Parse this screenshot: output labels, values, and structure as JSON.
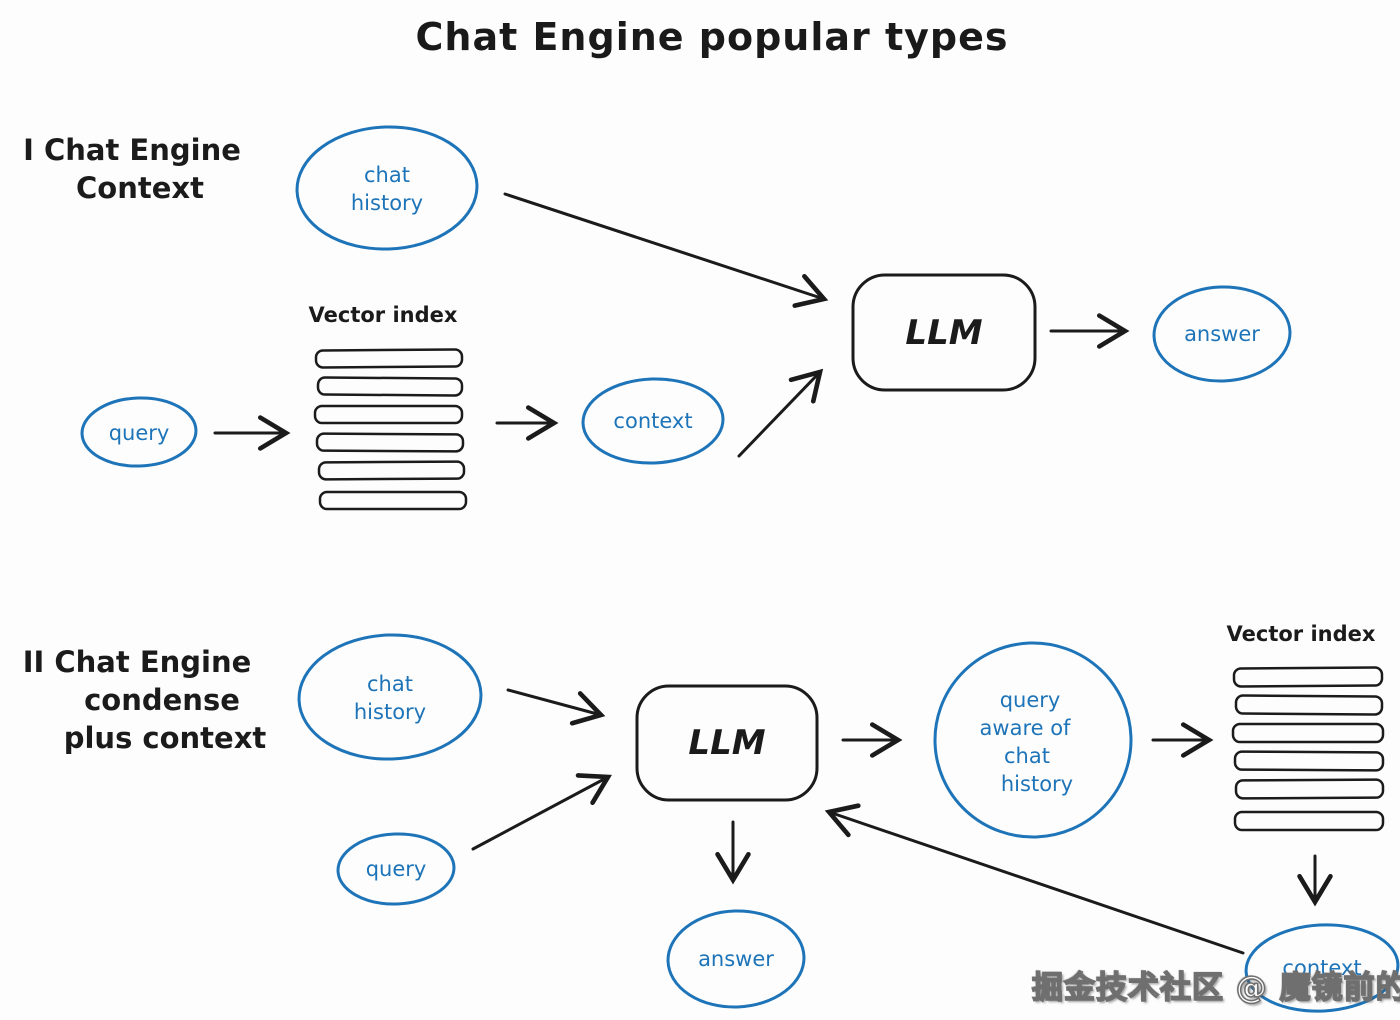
{
  "title": "Chat Engine popular types",
  "watermark": "掘金技术社区 @ 魔镜前的帅比",
  "colors": {
    "ink": "#1b1b1b",
    "blue": "#1e74b8",
    "background": "#fdfdfd"
  },
  "flow1": {
    "label": [
      "I Chat Engine",
      "Context"
    ],
    "chat_history": [
      "chat",
      "history"
    ],
    "vector_index_label": "Vector index",
    "query": "query",
    "context": "context",
    "llm": "LLM",
    "answer": "answer"
  },
  "flow2": {
    "label": [
      "II Chat Engine",
      "condense",
      "plus context"
    ],
    "chat_history": [
      "chat",
      "history"
    ],
    "query": "query",
    "llm": "LLM",
    "answer": "answer",
    "query_aware": [
      "query",
      "aware of",
      "chat",
      "history"
    ],
    "vector_index_label": "Vector index",
    "context": "context"
  }
}
